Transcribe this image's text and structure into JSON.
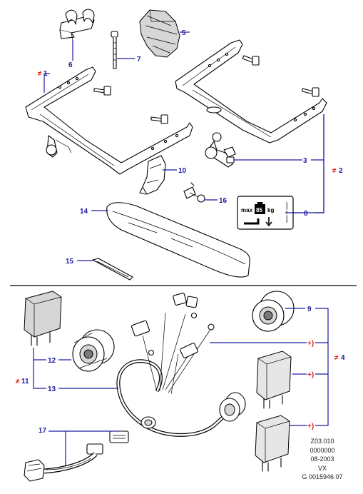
{
  "callouts": {
    "c1": "1",
    "c2": "2",
    "c3": "3",
    "c4": "4",
    "c5": "5",
    "c6": "6",
    "c7": "7",
    "c8": "8",
    "c9": "9",
    "c10": "10",
    "c11": "11",
    "c12": "12",
    "c13": "13",
    "c14": "14",
    "c15": "15",
    "c16": "16",
    "c17": "17",
    "plus_a": "+)",
    "plus_b": "+)",
    "plus_c": "+)"
  },
  "marks": {
    "mark1": "≠",
    "mark2": "≠",
    "mark4": "≠",
    "mark11": "≠"
  },
  "label_plate": {
    "max": "max",
    "value": "85",
    "unit": "kg",
    "side_code": "XXXX XX XXXX"
  },
  "reference": {
    "line1": "Z03.010",
    "line2": "0000000",
    "line3": "08-2003",
    "line4": "VX",
    "line5": "G 0015946 07"
  },
  "colors": {
    "callout": "#1a1aa0",
    "mark": "#e0201a"
  }
}
